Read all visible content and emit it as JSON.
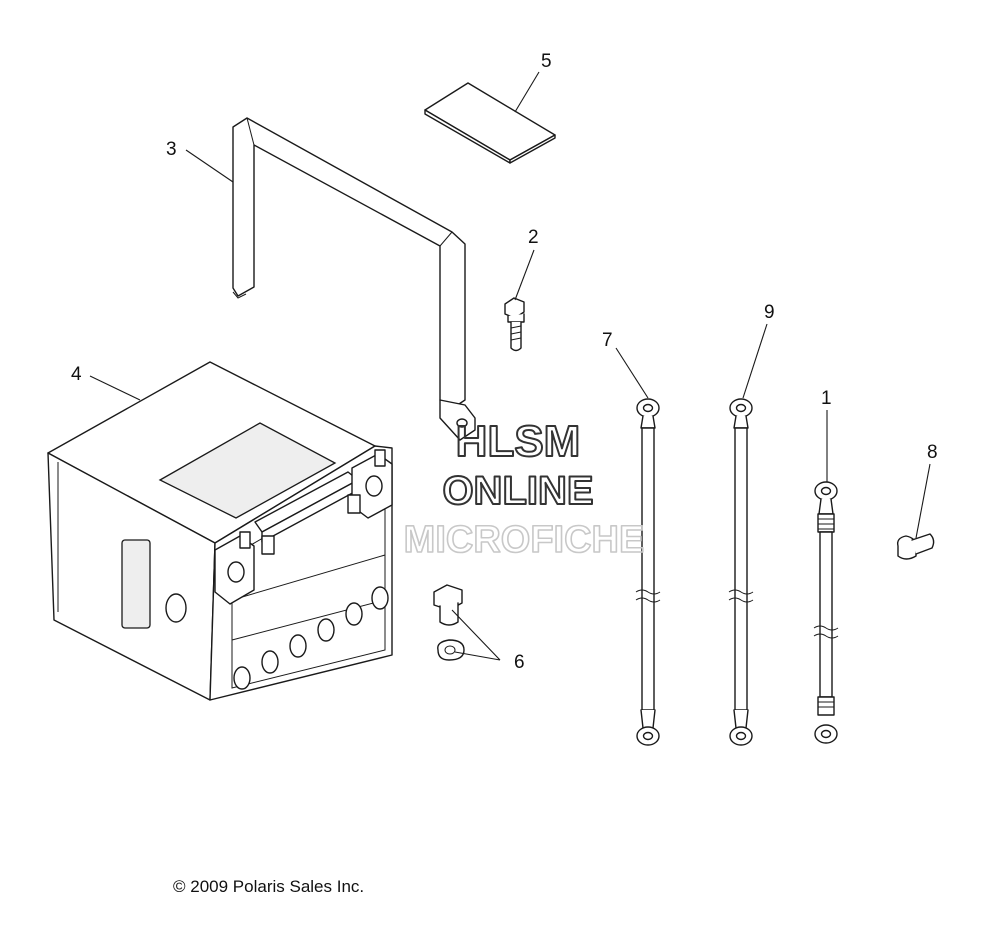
{
  "callouts": [
    {
      "label": "1"
    },
    {
      "label": "2"
    },
    {
      "label": "3"
    },
    {
      "label": "4"
    },
    {
      "label": "5"
    },
    {
      "label": "6"
    },
    {
      "label": "7"
    },
    {
      "label": "8"
    },
    {
      "label": "9"
    }
  ],
  "watermark": {
    "line1": "HLSM",
    "line2": "ONLINE",
    "line3": "MICROFICHE",
    "color_dark": "#333333",
    "color_light": "#c8c8c8"
  },
  "copyright": "© 2009 Polaris Sales Inc."
}
